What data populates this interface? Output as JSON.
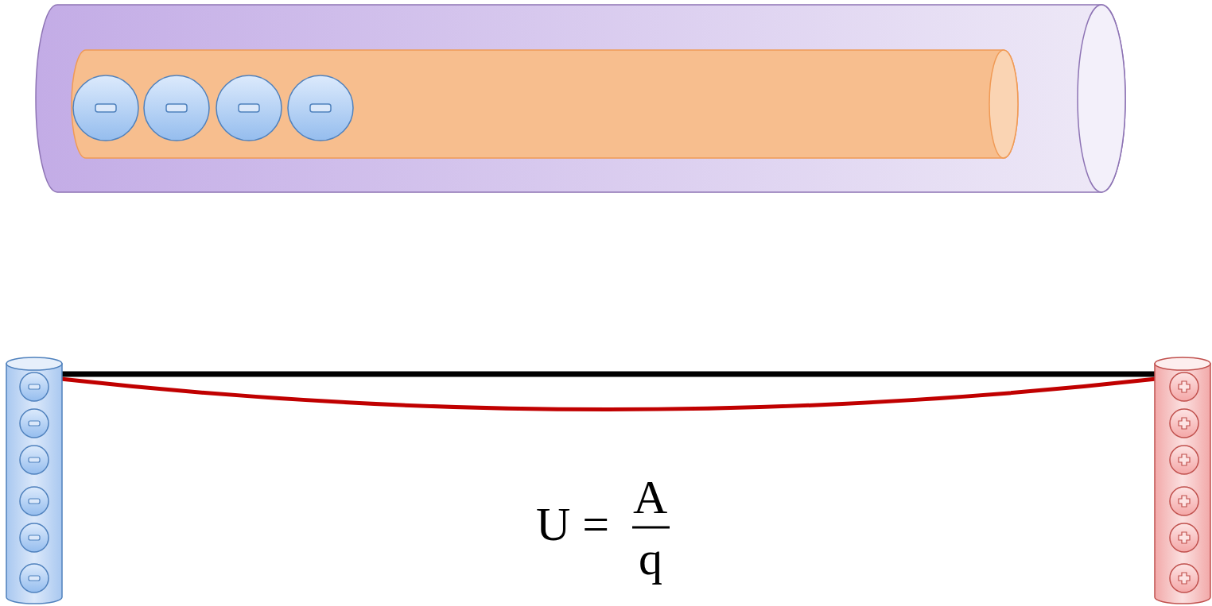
{
  "diagram": {
    "labels": [
      "U =",
      "A",
      "q"
    ]
  }
}
